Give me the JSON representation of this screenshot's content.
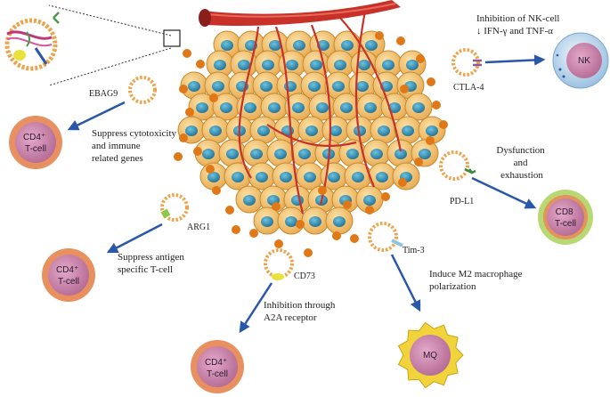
{
  "annotations": {
    "ebag9": {
      "marker": "EBAG9",
      "effect": [
        "Suppress cytotoxicity",
        "and immune",
        "related genes"
      ],
      "target_lines": [
        "CD4⁺",
        "T-cell"
      ]
    },
    "arg1": {
      "marker": "ARG1",
      "effect": [
        "Suppress antigen",
        "specific T-cell"
      ],
      "target_lines": [
        "CD4⁺",
        "T-cell"
      ]
    },
    "cd73": {
      "marker": "CD73",
      "effect": [
        "Inhibition through",
        "A2A receptor"
      ],
      "target_lines": [
        "CD4⁺",
        "T-cell"
      ]
    },
    "tim3": {
      "marker": "Tim-3",
      "effect": [
        "Induce M2 macrophage",
        "polarization"
      ],
      "target_lines": [
        "MQ"
      ]
    },
    "pdl1": {
      "marker": "PD-L1",
      "effect": [
        "Dysfunction",
        "and",
        "exhaustion"
      ],
      "target_lines": [
        "CD8",
        "T-cell"
      ]
    },
    "ctla4": {
      "marker": "CTLA-4",
      "effect": [
        "Inhibition of NK-cell",
        "↓ IFN-γ and TNF-α"
      ],
      "target_lines": [
        "NK"
      ]
    }
  },
  "colors": {
    "exosome_ring": "#f0a24a",
    "exosome_dot": "#e07818",
    "arrow": "#2a57a8",
    "tumor_cell": "#f2c66d",
    "nucleus": "#2f8db5",
    "vessel": "#c8312a",
    "tcell_outer": "#e89060",
    "tcell_inner": "#c47fa8",
    "cd8_outer": "#b8d873",
    "nk_outer": "#cfe4f4",
    "mq_outer": "#f1d33b"
  }
}
